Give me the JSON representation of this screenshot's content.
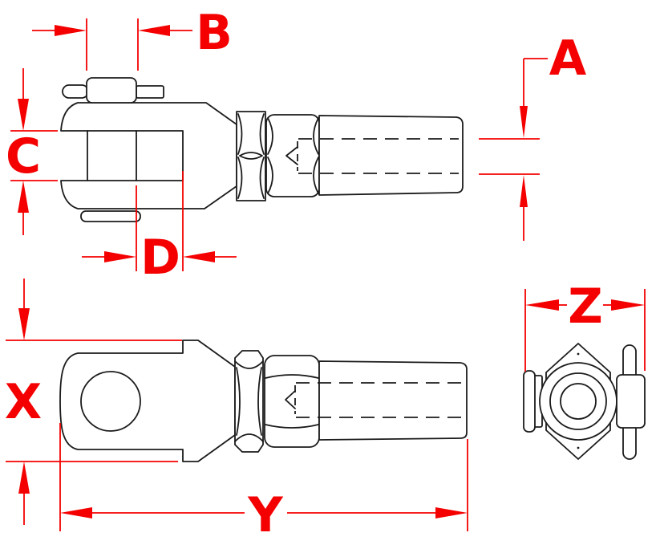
{
  "drawing": {
    "colors": {
      "background": "#ffffff",
      "line": "#1b1b1b",
      "dimension": "#f40000"
    },
    "labels": {
      "A": "A",
      "B": "B",
      "C": "C",
      "D": "D",
      "X": "X",
      "Y": "Y",
      "Z": "Z"
    }
  }
}
